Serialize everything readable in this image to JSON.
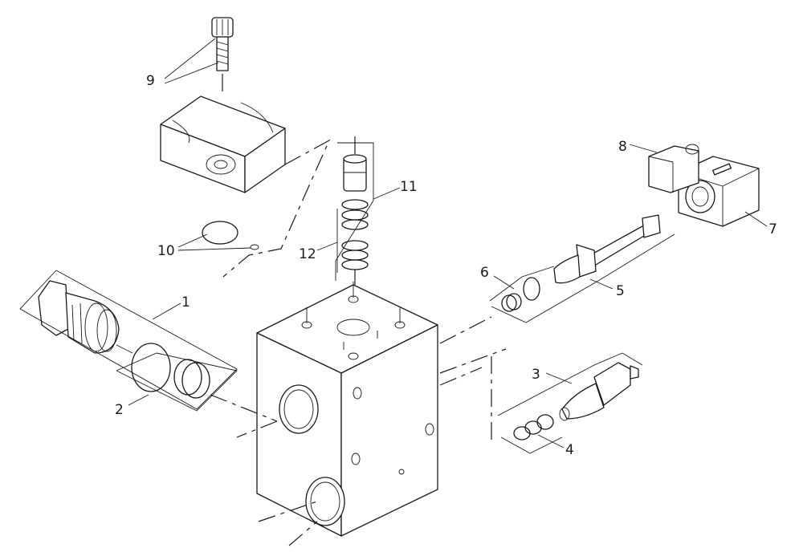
{
  "callouts": [
    {
      "id": "c1",
      "label": "1"
    },
    {
      "id": "c2",
      "label": "2"
    },
    {
      "id": "c3",
      "label": "3"
    },
    {
      "id": "c4",
      "label": "4"
    },
    {
      "id": "c5",
      "label": "5"
    },
    {
      "id": "c6",
      "label": "6"
    },
    {
      "id": "c7",
      "label": "7"
    },
    {
      "id": "c8",
      "label": "8"
    },
    {
      "id": "c9",
      "label": "9"
    },
    {
      "id": "c10",
      "label": "10"
    },
    {
      "id": "c11",
      "label": "11"
    },
    {
      "id": "c12",
      "label": "12"
    }
  ],
  "colors": {
    "ink": "#1a1a1a",
    "paper": "#ffffff"
  }
}
